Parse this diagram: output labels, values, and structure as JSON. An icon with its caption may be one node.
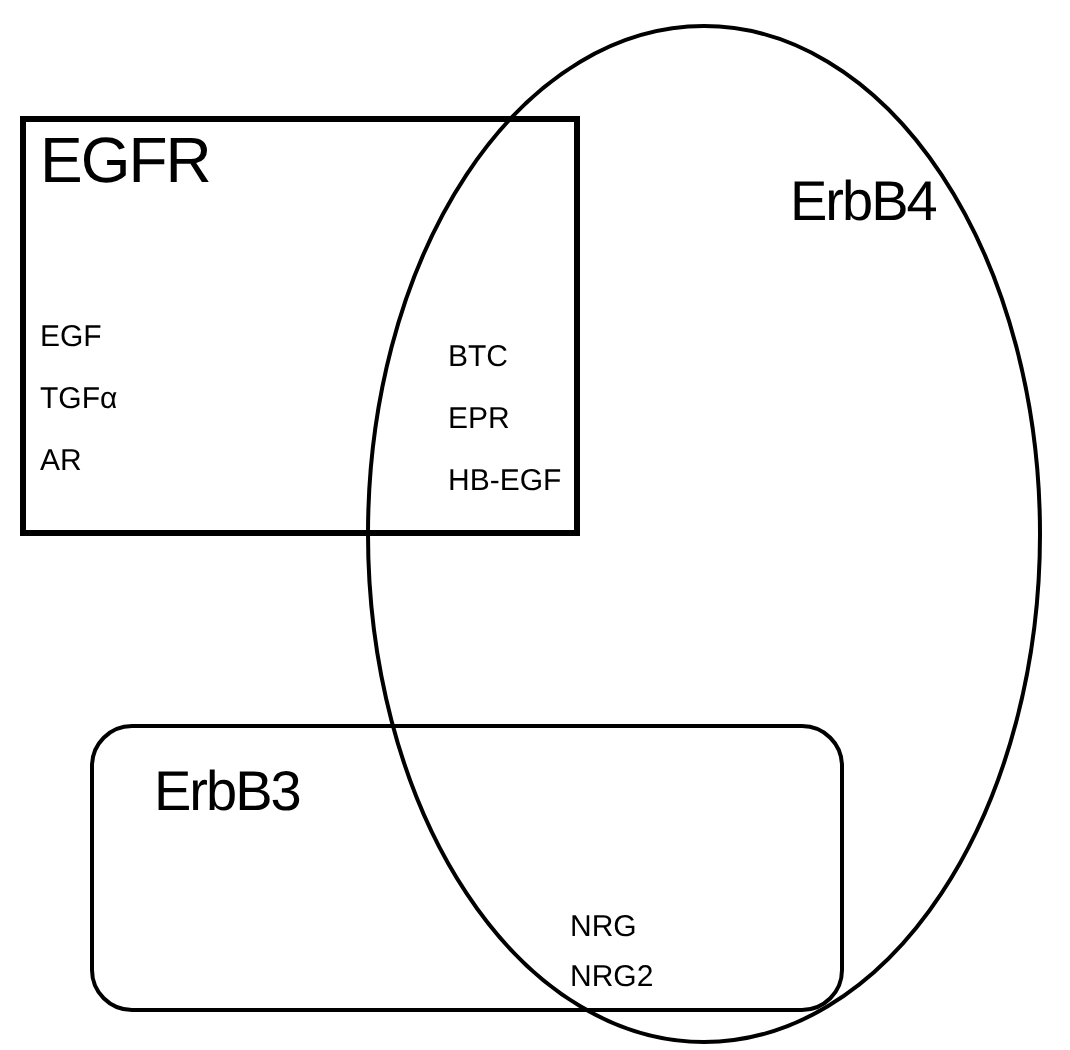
{
  "diagram": {
    "nodes": [
      {
        "text": [
          "EGFR"
        ]
      },
      {
        "text": [
          "ErbB4"
        ]
      },
      {
        "text": [
          "ErbB3"
        ]
      }
    ],
    "labels": [
      "EGF",
      "TGFα",
      "AR",
      "BTC",
      "EPR",
      "HB-EGF",
      "NRG",
      "NRG2"
    ]
  }
}
